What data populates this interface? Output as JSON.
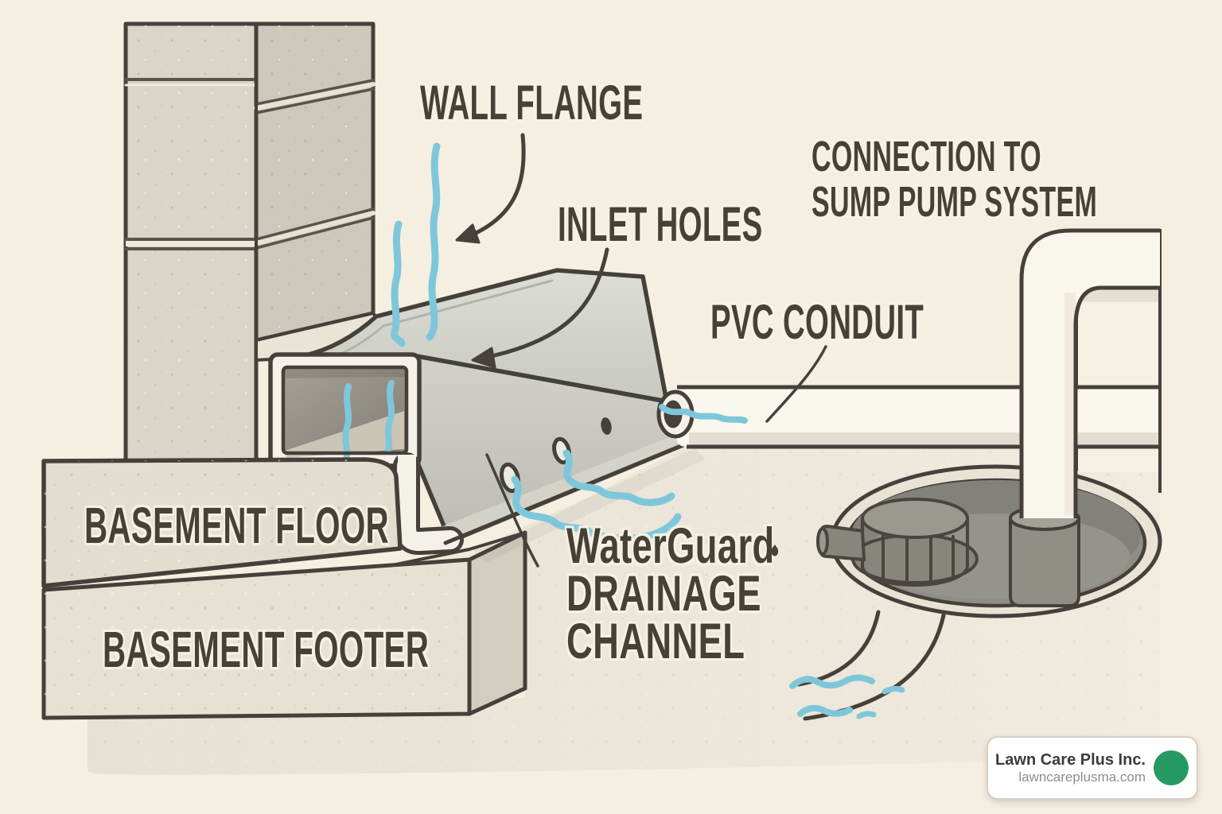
{
  "page": {
    "type": "illustrated-diagram",
    "subject": "Basement interior drainage system cutaway (drainage channel, PVC conduit, sump pump)"
  },
  "labels": {
    "wall_flange": "WALL FLANGE",
    "inlet_holes": "INLET HOLES",
    "connection_line1": "CONNECTION TO",
    "connection_line2": "SUMP PUMP SYSTEM",
    "pvc_conduit": "PVC CONDUIT",
    "product_name": "WaterGuard",
    "product_word2": "DRAINAGE",
    "product_word3": "CHANNEL",
    "basement_floor": "BASEMENT FLOOR",
    "basement_footer": "BASEMENT FOOTER"
  },
  "branding": {
    "company": "Lawn Care Plus Inc.",
    "website": "lawncareplusma.com"
  },
  "icons": {
    "logo_badge": "grass-logo-icon",
    "registered_mark": "droplet-registered-icon",
    "water_flow": "water-flow-squiggle-icon",
    "label_pointers": "arrow-pointer-icon"
  },
  "colors": {
    "background": "#f5efe2",
    "ground": "#e8e2d4",
    "outline": "#45403a",
    "label_text": "#474036",
    "water_blue": "#7ec7db",
    "concrete": "#e2ddcf",
    "wall_front": "#d9d5c9",
    "wall_side": "#ccc8bb",
    "channel_gray": "#c9c9c1",
    "pipe_white": "#f9f6ec",
    "pit_interior": "#8f8e86",
    "logo_green": "#279a63"
  }
}
